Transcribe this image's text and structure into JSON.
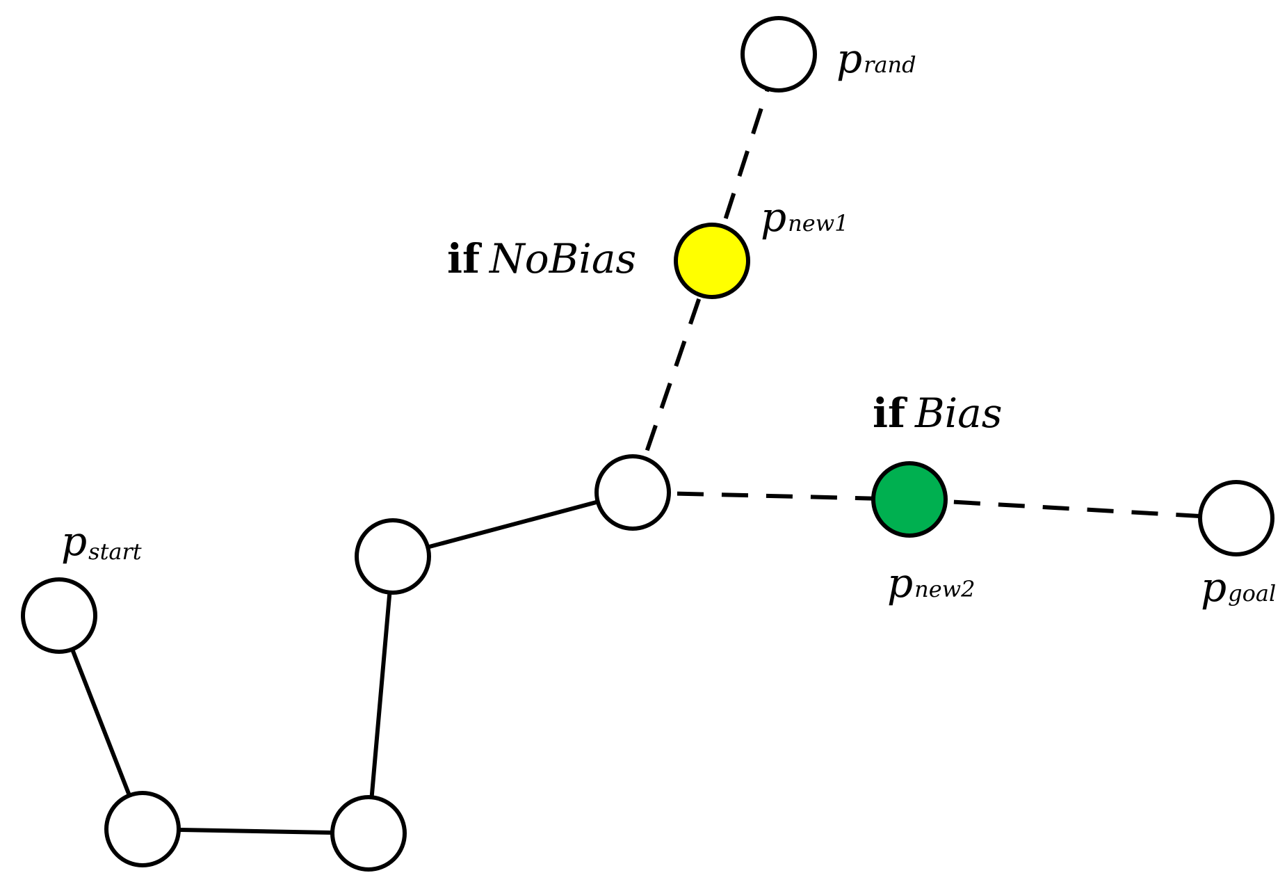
{
  "nodes": {
    "start": {
      "base": "p",
      "sub": "start",
      "fill": "#ffffff"
    },
    "n1": {
      "fill": "#ffffff"
    },
    "n2": {
      "fill": "#ffffff"
    },
    "n3": {
      "fill": "#ffffff"
    },
    "n4": {
      "fill": "#ffffff"
    },
    "rand": {
      "base": "p",
      "sub": "rand",
      "fill": "#ffffff"
    },
    "new1": {
      "base": "p",
      "sub": "new1",
      "fill": "#ffff00"
    },
    "new2": {
      "base": "p",
      "sub": "new2",
      "fill": "#00b050"
    },
    "goal": {
      "base": "p",
      "sub": "goal",
      "fill": "#ffffff"
    }
  },
  "edges": [
    {
      "from": "start",
      "to": "n1",
      "style": "solid"
    },
    {
      "from": "n1",
      "to": "n2",
      "style": "solid"
    },
    {
      "from": "n2",
      "to": "n3",
      "style": "solid"
    },
    {
      "from": "n3",
      "to": "n4",
      "style": "solid"
    },
    {
      "from": "n4",
      "to": "new1",
      "style": "dashed"
    },
    {
      "from": "new1",
      "to": "rand",
      "style": "dashed"
    },
    {
      "from": "n4",
      "to": "new2",
      "style": "dashed"
    },
    {
      "from": "new2",
      "to": "goal",
      "style": "dashed"
    }
  ],
  "conditions": {
    "no_bias": {
      "keyword": "if",
      "variable": "NoBias"
    },
    "bias": {
      "keyword": "if",
      "variable": "Bias"
    }
  }
}
